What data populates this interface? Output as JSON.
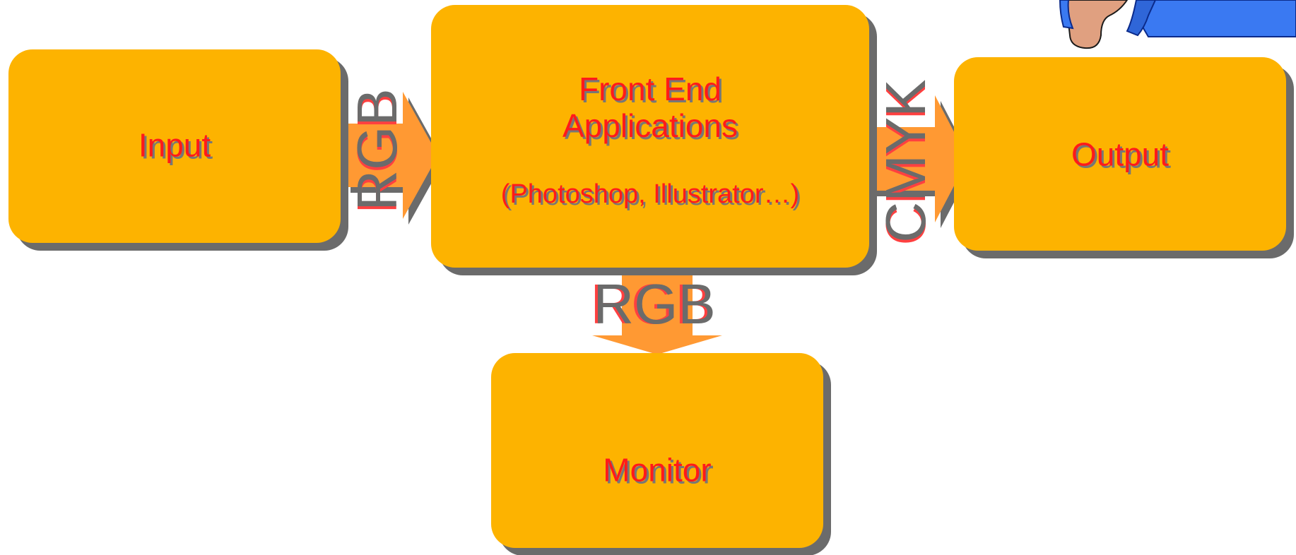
{
  "diagram": {
    "input": {
      "label": "Input"
    },
    "front_end": {
      "title_line1": "Front End",
      "title_line2": "Applications",
      "subtitle": "(Photoshop, Illustrator…)"
    },
    "output": {
      "label": "Output"
    },
    "monitor": {
      "label": "Monitor"
    },
    "connectors": {
      "input_to_frontend": "RGB",
      "frontend_to_output": "CMYK",
      "frontend_to_monitor": "RGB"
    },
    "hand_clipart": "hand-icon"
  },
  "colors": {
    "box_fill": "#FDB300",
    "box_shadow": "#6b6b6b",
    "arrow_fill": "#FF9933",
    "label_text": "#ff1a1a",
    "hand_skin": "#E0A080",
    "sleeve": "#3a79f2"
  }
}
